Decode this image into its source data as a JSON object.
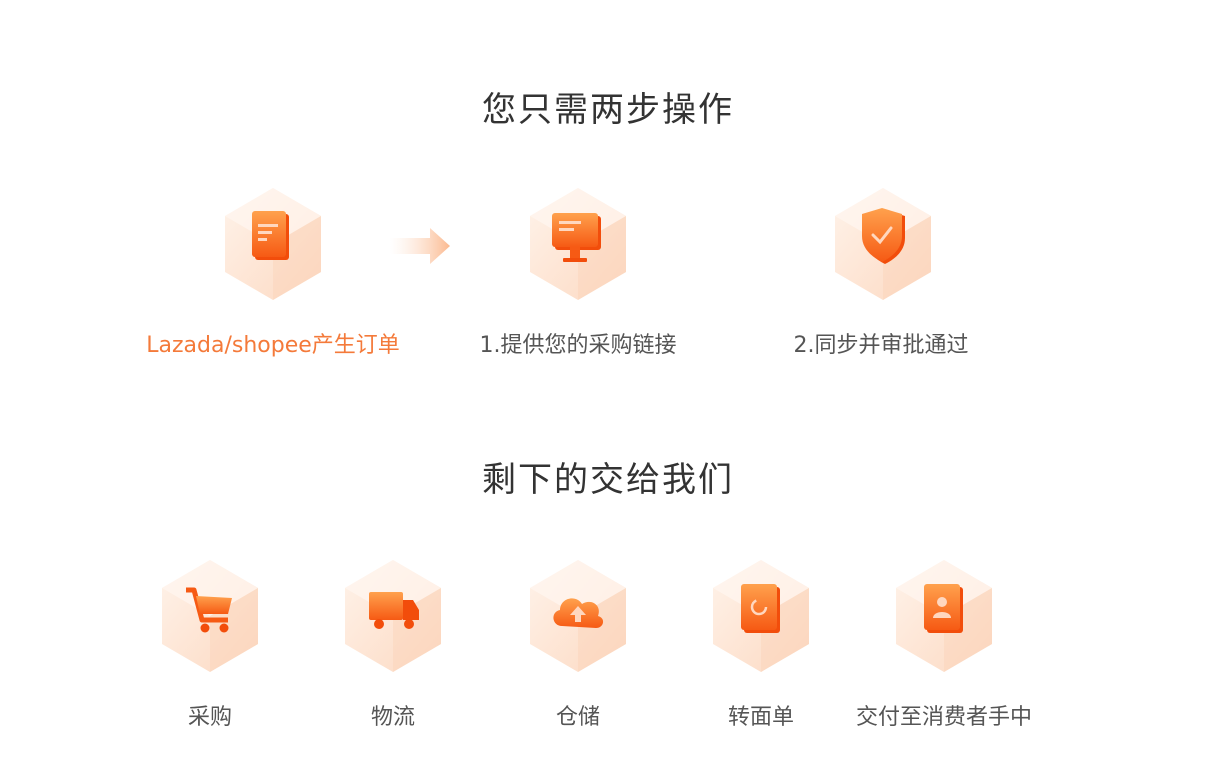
{
  "sections": [
    {
      "title": "您只需两步操作",
      "steps": [
        {
          "label": "Lazada/shopee产生订单",
          "icon": "order-doc-icon",
          "highlight": true
        },
        {
          "label": "1.提供您的采购链接",
          "icon": "monitor-icon",
          "highlight": false
        },
        {
          "label": "2.同步并审批通过",
          "icon": "shield-check-icon",
          "highlight": false
        }
      ]
    },
    {
      "title": "剩下的交给我们",
      "steps": [
        {
          "label": "采购",
          "icon": "shopping-cart-icon"
        },
        {
          "label": "物流",
          "icon": "truck-icon"
        },
        {
          "label": "仓储",
          "icon": "cloud-upload-icon"
        },
        {
          "label": "转面单",
          "icon": "refresh-doc-icon"
        },
        {
          "label": "交付至消费者手中",
          "icon": "person-card-icon"
        }
      ]
    }
  ],
  "colors": {
    "accent": "#f47a3a",
    "icon": "#f7631e",
    "hex": "#fde3d2",
    "text": "#555555"
  }
}
